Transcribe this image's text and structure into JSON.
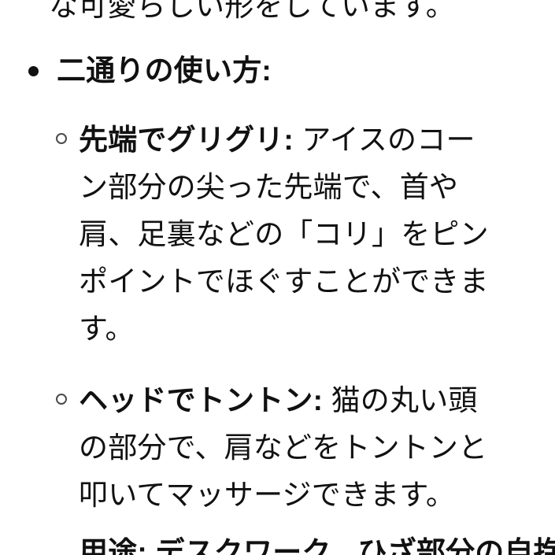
{
  "page": {
    "background_color": "#ffffff",
    "text_color": "#111111",
    "language": "ja",
    "content_type": "product-description-bullet-list"
  },
  "markers": {
    "level1_bullet_glyph": "•",
    "level1_bullet_name": "filled-disc-bullet",
    "level2_bullet_glyph": "○",
    "level2_bullet_name": "hollow-circle-bullet"
  },
  "content": {
    "clipped_top_line": "な可愛らしい形をしています。",
    "section_heading": "二通りの使い方:",
    "items": [
      {
        "label": "先端でグリグリ:",
        "body": " アイスのコーン部分の尖った先端で、首や肩、足裏などの「コリ」をピンポイントでほぐすことができます。",
        "lines": [
          {
            "bold": "先端でグリグリ:",
            "regular": " アイスのコー"
          },
          {
            "bold": "",
            "regular": "ン部分の尖った先端で、首や"
          },
          {
            "bold": "",
            "regular": "肩、足裏などの「コリ」をピン"
          },
          {
            "bold": "",
            "regular": "ポイントでほぐすことができま"
          },
          {
            "bold": "",
            "regular": "す。"
          }
        ]
      },
      {
        "label": "ヘッドでトントン:",
        "body": " 猫の丸い頭の部分で、肩などをトントンと叩いてマッサージできます。",
        "lines": [
          {
            "bold": "ヘッドでトントン:",
            "regular": " 猫の丸い頭"
          },
          {
            "bold": "",
            "regular": "の部分で、肩などをトントンと"
          },
          {
            "bold": "",
            "regular": "叩いてマッサージできます。"
          }
        ]
      }
    ],
    "clipped_bottom_line": "用途: デスクワーク、ひざ部分の自抱"
  }
}
